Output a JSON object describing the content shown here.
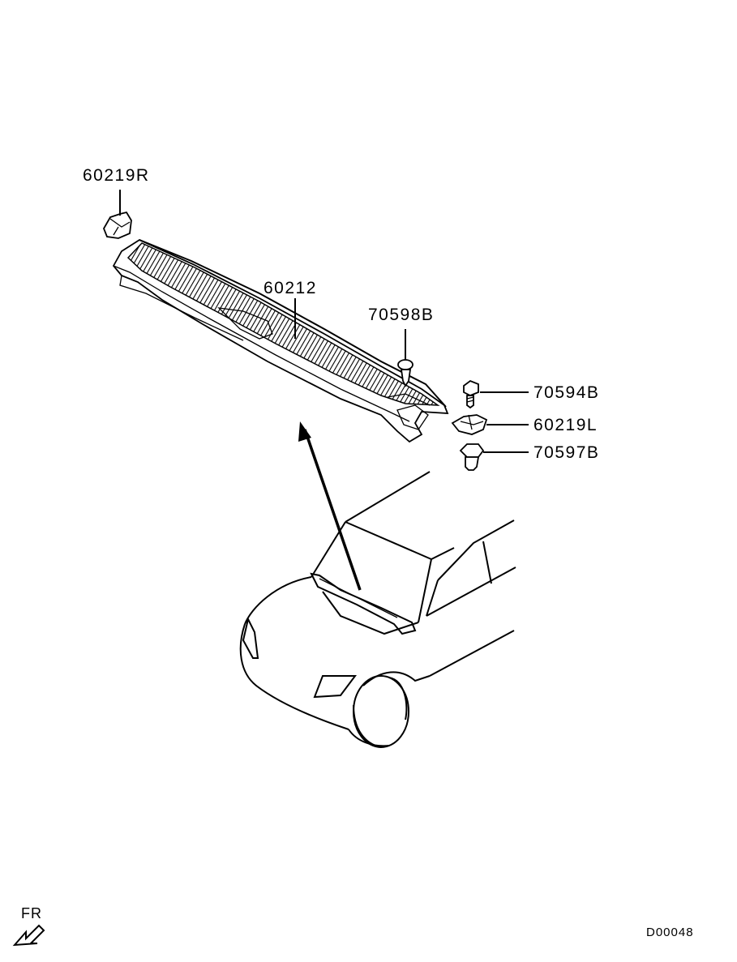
{
  "diagram": {
    "labels": {
      "clip_right": "60219R",
      "cowl_top_panel": "60212",
      "clip_top": "70598B",
      "screw": "70594B",
      "clip_left": "60219L",
      "nut": "70597B"
    },
    "direction_indicator": "FR",
    "drawing_code": "D00048"
  }
}
